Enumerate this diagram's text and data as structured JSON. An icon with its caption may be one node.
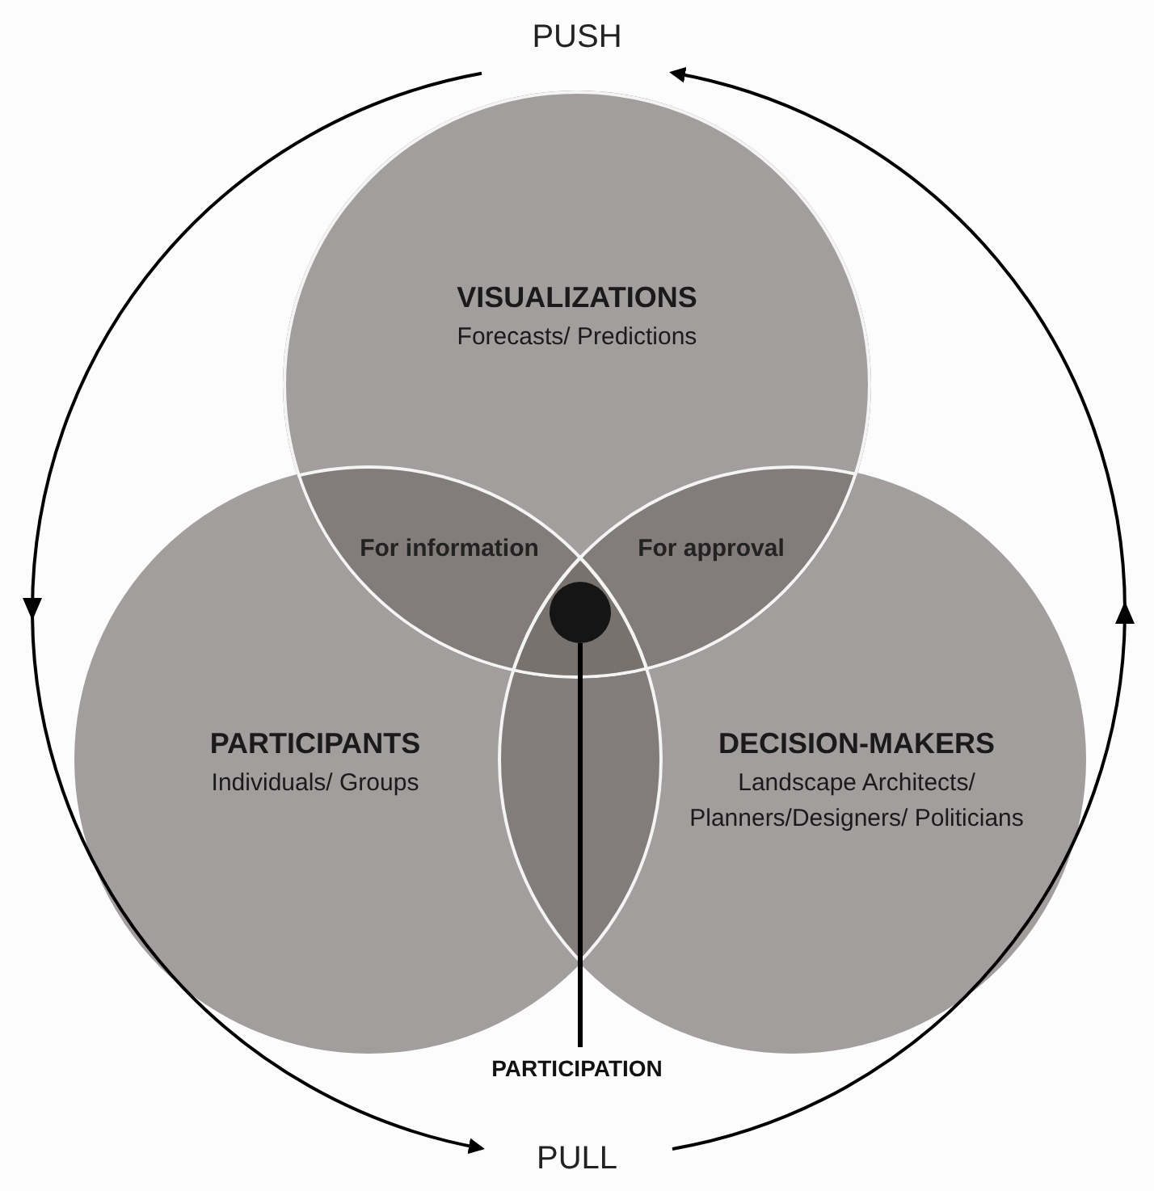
{
  "diagram": {
    "nodes": [
      {
        "text": [
          "PUSH"
        ]
      },
      {
        "text": [
          "PULL"
        ]
      },
      {
        "text": [
          "VISUALIZATIONS",
          "Forecasts/ Predictions"
        ]
      },
      {
        "text": [
          "PARTICIPANTS",
          "Individuals/ Groups"
        ]
      },
      {
        "text": [
          "DECISION-MAKERS",
          "Landscape Architects/ Planners/Designers/ Politicians"
        ]
      },
      {
        "text": [
          "For information"
        ]
      },
      {
        "text": [
          "For approval"
        ]
      },
      {
        "text": [],
        "shape": "circle"
      },
      {
        "text": [
          "PARTICIPATION"
        ]
      }
    ],
    "edges": [
      {
        "from": 0,
        "to": 1,
        "arrow": "to"
      },
      {
        "from": 1,
        "to": 0,
        "arrow": "to"
      },
      {
        "from": 8,
        "to": 7,
        "arrow": "none"
      }
    ]
  }
}
